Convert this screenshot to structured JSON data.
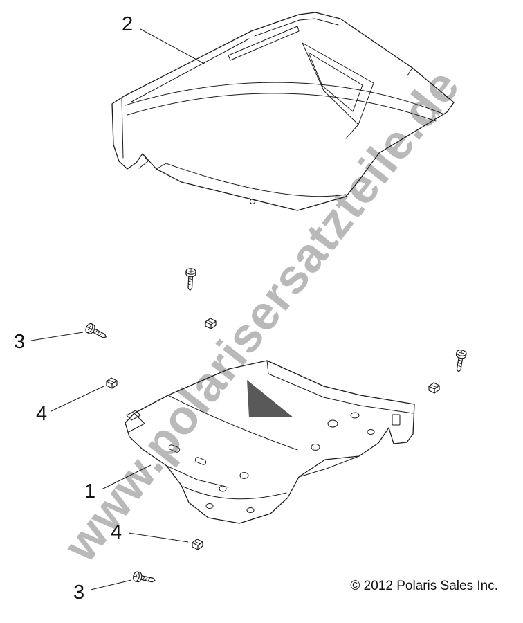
{
  "watermark": {
    "text": "www.polarisersatzteile.de"
  },
  "copyright": {
    "text": "© 2012 Polaris Sales Inc."
  },
  "callouts": [
    {
      "label": "2"
    },
    {
      "label": "3"
    },
    {
      "label": "4"
    },
    {
      "label": "1"
    },
    {
      "label": "4"
    },
    {
      "label": "3"
    }
  ],
  "colors": {
    "line": "#1a1a1a",
    "watermark_gray": "#8a8a8a",
    "background": "#ffffff"
  }
}
